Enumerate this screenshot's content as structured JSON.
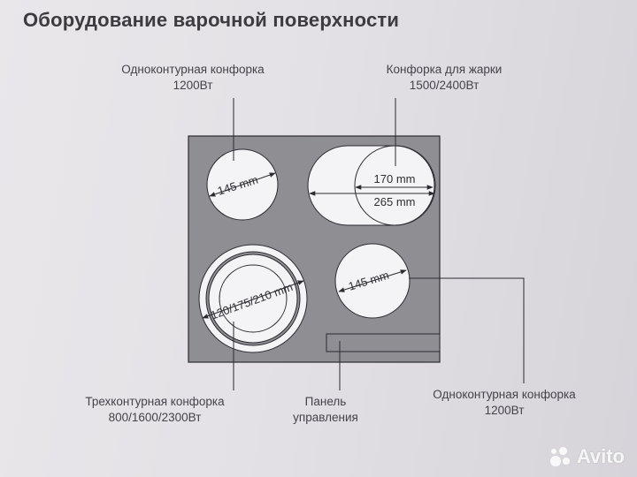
{
  "title": "Оборудование варочной поверхности",
  "labels": {
    "top_left": {
      "name": "Одноконтурная конфорка",
      "power": "1200Вт"
    },
    "top_right": {
      "name": "Конфорка для жарки",
      "power": "1500/2400Вт"
    },
    "bottom_left": {
      "name": "Трехконтурная конфорка",
      "power": "800/1600/2300Вт"
    },
    "bottom_middle": {
      "line1": "Панель",
      "line2": "управления"
    },
    "bottom_right": {
      "name": "Одноконтурная конфорка",
      "power": "1200Вт"
    }
  },
  "dimensions": {
    "top_left": "145 mm",
    "top_right_inner": "170 mm",
    "top_right_outer": "265 mm",
    "bottom_left": "120/175/210 mm",
    "bottom_right": "145 mm"
  },
  "watermark": "Avito",
  "colors": {
    "cooktop": "#8f8e93",
    "burner": "#f4f4f6",
    "line": "#2b2a30"
  }
}
